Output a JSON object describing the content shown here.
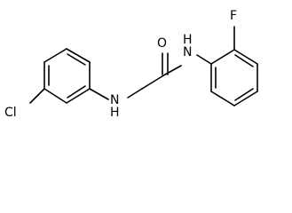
{
  "molecule": {
    "atoms": {
      "chlorine": "Cl",
      "amine_nh": "H\nN",
      "oxygen": "O",
      "amide_nh": "H\nN",
      "fluorine": "F"
    }
  }
}
